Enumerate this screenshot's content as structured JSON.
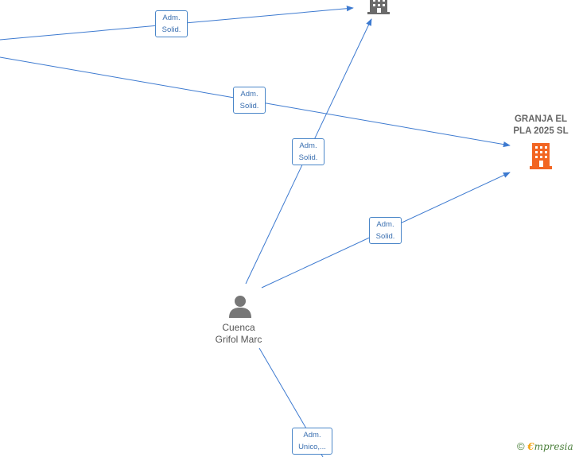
{
  "nodes": {
    "company_top": {
      "name": "",
      "color": "#6b6b6b"
    },
    "company_granja": {
      "name_line1": "GRANJA EL",
      "name_line2": "PLA 2025  SL",
      "color": "#f26522"
    },
    "person": {
      "name_line1": "Cuenca",
      "name_line2": "Grifol Marc",
      "color": "#777777"
    }
  },
  "edges": [
    {
      "line1": "Adm.",
      "line2": "Solid."
    },
    {
      "line1": "Adm.",
      "line2": "Solid."
    },
    {
      "line1": "Adm.",
      "line2": "Solid."
    },
    {
      "line1": "Adm.",
      "line2": "Solid."
    },
    {
      "line1": "Adm.",
      "line2": "Unico,..."
    }
  ],
  "colors": {
    "edge": "#3d7ad0",
    "label_text": "#3a6fb0"
  },
  "watermark": {
    "symbol": "©",
    "brand_first": "€",
    "brand_rest": "mpresia"
  }
}
